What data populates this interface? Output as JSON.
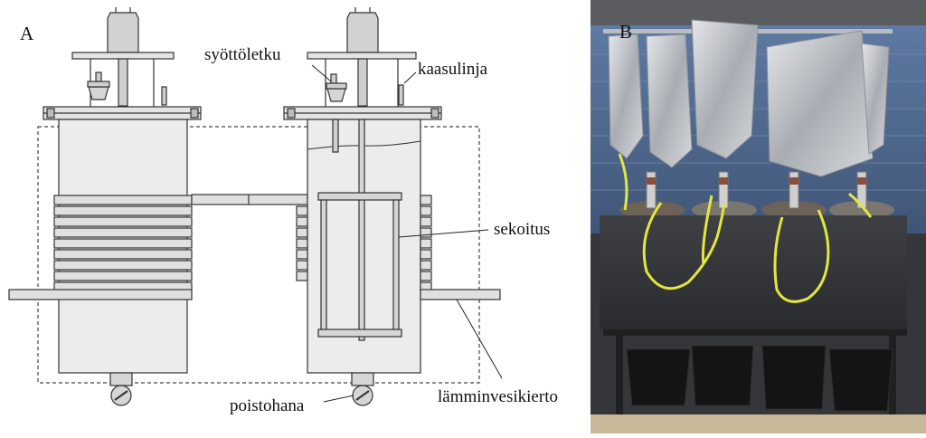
{
  "panels": {
    "a_label": "A",
    "b_label": "B"
  },
  "labels": {
    "feed_tube": "syöttöletku",
    "gas_line": "kaasulinja",
    "mixing": "sekoitus",
    "drain_tap": "poistohana",
    "warm_water_circulation": "lämminvesikierto"
  },
  "colors": {
    "vessel_fill": "#ececec",
    "dark_fill": "#d2d2d2",
    "outline": "#333333",
    "bench": "#2f3033",
    "tube": "#e2e640",
    "foil": "#c9ccd0"
  }
}
